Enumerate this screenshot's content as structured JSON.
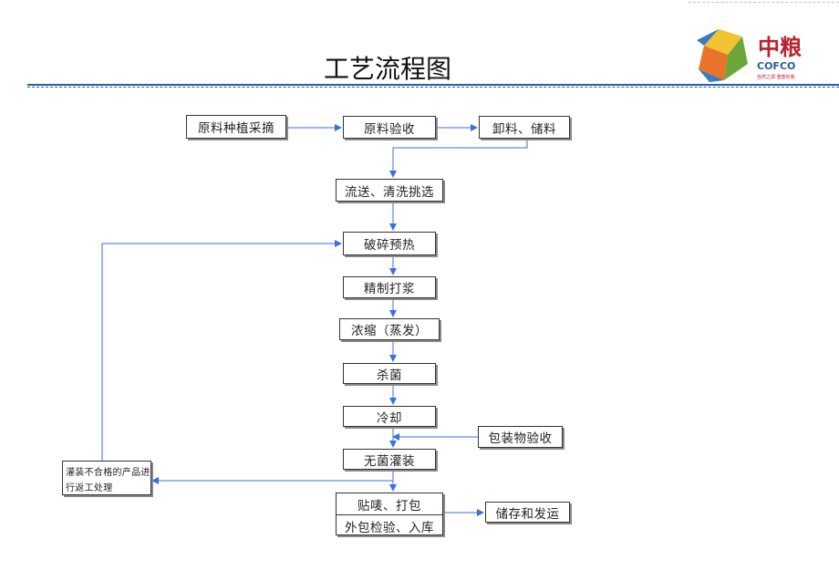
{
  "title": "工艺流程图",
  "logo": {
    "name_zh": "中粮",
    "name_en": "COFCO",
    "tagline": "自然之源 重塑你我"
  },
  "nodes": {
    "raw_planting": "原料种植采摘",
    "raw_inspection": "原料验收",
    "unload_storage": "卸料、储料",
    "conveying_washing": "流送、清洗挑选",
    "crushing_preheat": "破碎预热",
    "refining_pulping": "精制打浆",
    "concentration": "浓缩（蒸发）",
    "sterilization": "杀菌",
    "cooling": "冷却",
    "packaging_inspection": "包装物验收",
    "aseptic_filling": "无菌灌装",
    "rework": "灌装不合格的产品进行返工处理",
    "labeling_packing": "贴唛、打包",
    "outer_inspection_storage": "外包检验、入库",
    "storage_shipping": "储存和发运"
  },
  "colors": {
    "arrow": "#3a6fe0",
    "border": "#333333",
    "rule": "#2c5ea3",
    "brand_red": "#b8232f",
    "brand_blue": "#2a5b9b"
  }
}
